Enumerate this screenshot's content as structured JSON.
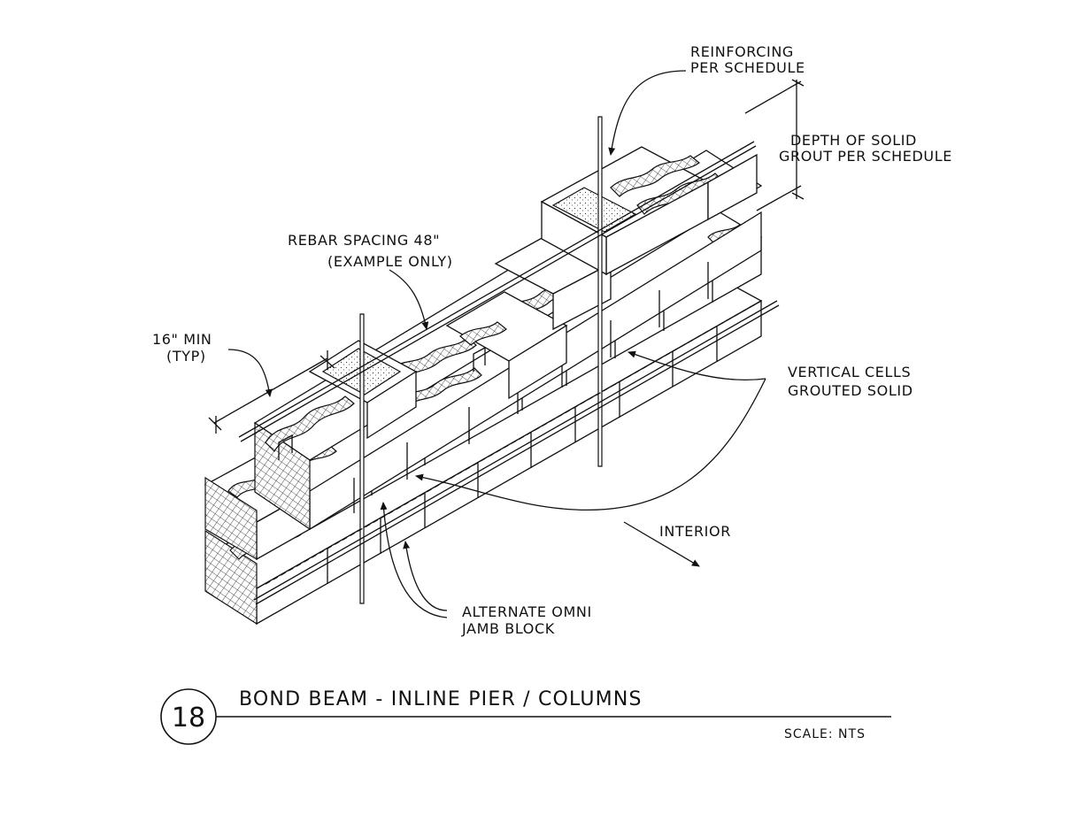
{
  "diagram": {
    "detail_number": "18",
    "title": "BOND BEAM - INLINE PIER / COLUMNS",
    "scale": "SCALE: NTS",
    "labels": {
      "reinforcing_1": "REINFORCING",
      "reinforcing_2": "PER SCHEDULE",
      "depth_1": "DEPTH OF SOLID",
      "depth_2": "GROUT PER SCHEDULE",
      "rebar_1": "REBAR SPACING 48\"",
      "rebar_2": "(EXAMPLE ONLY)",
      "min_1": "16\" MIN",
      "min_2": "(TYP)",
      "cells_1": "VERTICAL CELLS",
      "cells_2": "GROUTED SOLID",
      "interior": "INTERIOR",
      "jamb_1": "ALTERNATE OMNI",
      "jamb_2": "JAMB BLOCK"
    }
  }
}
